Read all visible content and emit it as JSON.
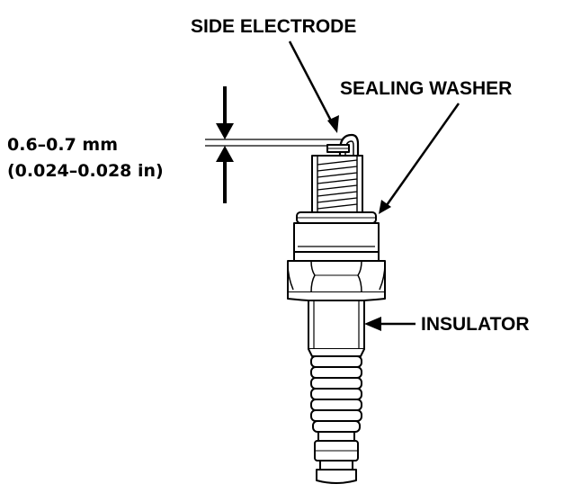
{
  "labels": {
    "side_electrode": "SIDE ELECTRODE",
    "sealing_washer": "SEALING WASHER",
    "insulator": "INSULATOR",
    "gap_mm": "0.6–0.7 mm",
    "gap_in": "(0.024–0.028 in)"
  },
  "colors": {
    "line": "#000000",
    "background": "#ffffff"
  }
}
